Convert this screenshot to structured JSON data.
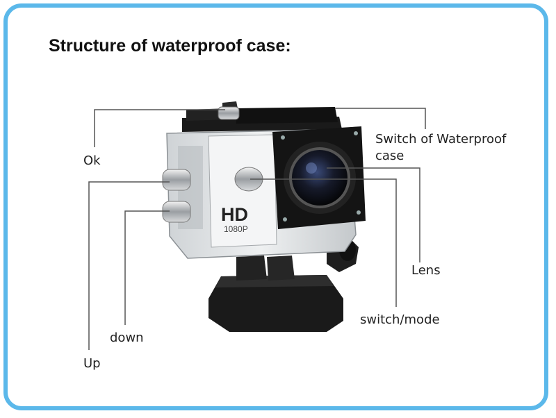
{
  "title": "Structure of waterproof case:",
  "colors": {
    "frame": "#5bb8ea",
    "leader": "#555555"
  },
  "camera": {
    "badge_main": "HD",
    "badge_sub": "1080P"
  },
  "labels": {
    "ok": "Ok",
    "switch_case": "Switch of Waterproof case",
    "lens": "Lens",
    "switch_mode": "switch/mode",
    "down": "down",
    "up": "Up"
  }
}
